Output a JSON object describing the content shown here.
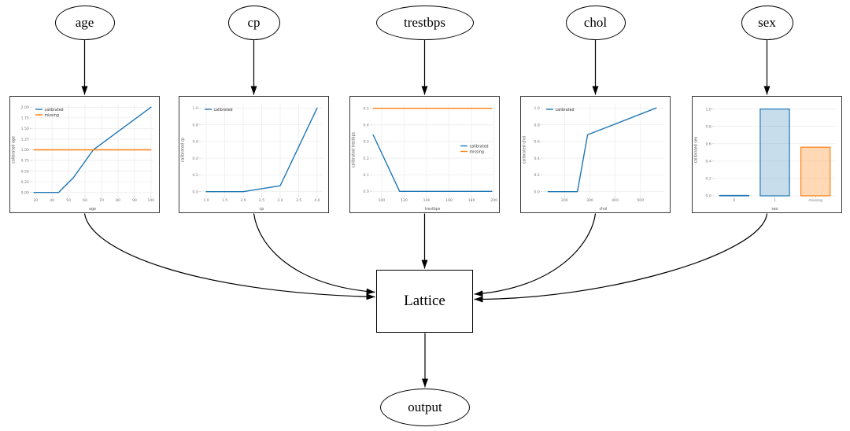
{
  "graph": {
    "inputs": [
      {
        "id": "age",
        "label": "age"
      },
      {
        "id": "cp",
        "label": "cp"
      },
      {
        "id": "trestbps",
        "label": "trestbps"
      },
      {
        "id": "chol",
        "label": "chol"
      },
      {
        "id": "sex",
        "label": "sex"
      }
    ],
    "lattice_label": "Lattice",
    "output_label": "output"
  },
  "colors": {
    "calibrated_line": "#1f77b4",
    "missing_line": "#ff7f0e",
    "grid": "#ededed",
    "tick_text": "#767676",
    "axis_label_text": "#555555",
    "legend_text": "#333333",
    "node_border": "#000000",
    "edge_stroke": "#000000"
  },
  "chart_data": [
    {
      "id": "age",
      "type": "line",
      "xlabel": "age",
      "ylabel": "calibrated age",
      "xlim": [
        27.5,
        101.5
      ],
      "ylim": [
        -0.08,
        2.08
      ],
      "xtick_vals": [
        30,
        40,
        50,
        60,
        70,
        80,
        90,
        100
      ],
      "xtick_labels": [
        "30",
        "40",
        "50",
        "60",
        "70",
        "80",
        "90",
        "100"
      ],
      "ytick_vals": [
        0,
        0.25,
        0.5,
        0.75,
        1,
        1.25,
        1.5,
        1.75,
        2
      ],
      "ytick_labels": [
        "0.00",
        "0.25",
        "0.50",
        "0.75",
        "1.00",
        "1.25",
        "1.50",
        "1.75",
        "2.00"
      ],
      "legend": {
        "position": "upper-left"
      },
      "series": [
        {
          "name": "calibrated",
          "color": "#1f77b4",
          "points": [
            [
              29,
              0
            ],
            [
              44,
              0
            ],
            [
              46.5,
              0.1
            ],
            [
              53,
              0.35
            ],
            [
              65,
              1.0
            ],
            [
              100,
              2.0
            ]
          ]
        },
        {
          "name": "missing",
          "color": "#ff7f0e",
          "points": [
            [
              29,
              1.0
            ],
            [
              100,
              1.0
            ]
          ]
        }
      ]
    },
    {
      "id": "cp",
      "type": "line",
      "xlabel": "cp",
      "ylabel": "calibrated cp",
      "xlim": [
        0.85,
        4.15
      ],
      "ylim": [
        -0.05,
        1.05
      ],
      "xtick_vals": [
        1,
        1.5,
        2,
        2.5,
        3,
        3.5,
        4
      ],
      "xtick_labels": [
        "1.0",
        "1.5",
        "2.0",
        "2.5",
        "3.0",
        "3.5",
        "4.0"
      ],
      "ytick_vals": [
        0,
        0.2,
        0.4,
        0.6,
        0.8,
        1
      ],
      "ytick_labels": [
        "0.0",
        "0.2",
        "0.4",
        "0.6",
        "0.8",
        "1.0"
      ],
      "legend": {
        "position": "upper-left"
      },
      "series": [
        {
          "name": "calibrated",
          "color": "#1f77b4",
          "points": [
            [
              1,
              0
            ],
            [
              2,
              0
            ],
            [
              3,
              0.07
            ],
            [
              4,
              1.0
            ]
          ]
        }
      ]
    },
    {
      "id": "trestbps",
      "type": "line",
      "xlabel": "trestbps",
      "ylabel": "calibrated trestbps",
      "xlim": [
        91,
        199.5
      ],
      "ylim": [
        -0.027,
        0.527
      ],
      "xtick_vals": [
        100,
        120,
        140,
        160,
        180,
        200
      ],
      "xtick_labels": [
        "100",
        "120",
        "140",
        "160",
        "180",
        "200"
      ],
      "ytick_vals": [
        0,
        0.1,
        0.2,
        0.3,
        0.4,
        0.5
      ],
      "ytick_labels": [
        "0.0",
        "0.1",
        "0.2",
        "0.3",
        "0.4",
        "0.5"
      ],
      "legend": {
        "position": "center-right"
      },
      "series": [
        {
          "name": "calibrated",
          "color": "#1f77b4",
          "points": [
            [
              92.5,
              0.34
            ],
            [
              116,
              0
            ],
            [
              198,
              0
            ]
          ]
        },
        {
          "name": "missing",
          "color": "#ff7f0e",
          "points": [
            [
              92.5,
              0.5
            ],
            [
              198,
              0.5
            ]
          ]
        }
      ]
    },
    {
      "id": "chol",
      "type": "line",
      "xlabel": "chol",
      "ylabel": "calibrated chol",
      "xlim": [
        112,
        594
      ],
      "ylim": [
        -0.05,
        1.05
      ],
      "xtick_vals": [
        200,
        300,
        400,
        500
      ],
      "xtick_labels": [
        "200",
        "300",
        "400",
        "500"
      ],
      "ytick_vals": [
        0,
        0.2,
        0.4,
        0.6,
        0.8,
        1
      ],
      "ytick_labels": [
        "0.0",
        "0.2",
        "0.4",
        "0.6",
        "0.8",
        "1.0"
      ],
      "legend": {
        "position": "upper-left"
      },
      "series": [
        {
          "name": "calibrated",
          "color": "#1f77b4",
          "points": [
            [
              135,
              0
            ],
            [
              251,
              0
            ],
            [
              291,
              0.68
            ],
            [
              562,
              1.0
            ]
          ]
        }
      ]
    },
    {
      "id": "sex",
      "type": "bar",
      "xlabel": "sex",
      "ylabel": "calibrated sex",
      "ylim": [
        0,
        1.06
      ],
      "categories": [
        "0",
        "1",
        "missing"
      ],
      "values": [
        0.005,
        1.0,
        0.56
      ],
      "bars": [
        {
          "edge": "#1f77b4",
          "fill": "rgba(31,119,180,0.25)"
        },
        {
          "edge": "#1f77b4",
          "fill": "rgba(31,119,180,0.25)"
        },
        {
          "edge": "#ff7f0e",
          "fill": "rgba(255,127,14,0.3)"
        }
      ],
      "ytick_vals": [
        0,
        0.2,
        0.4,
        0.6,
        0.8,
        1
      ],
      "ytick_labels": [
        "0.0",
        "0.2",
        "0.4",
        "0.6",
        "0.8",
        "1.0"
      ]
    }
  ]
}
